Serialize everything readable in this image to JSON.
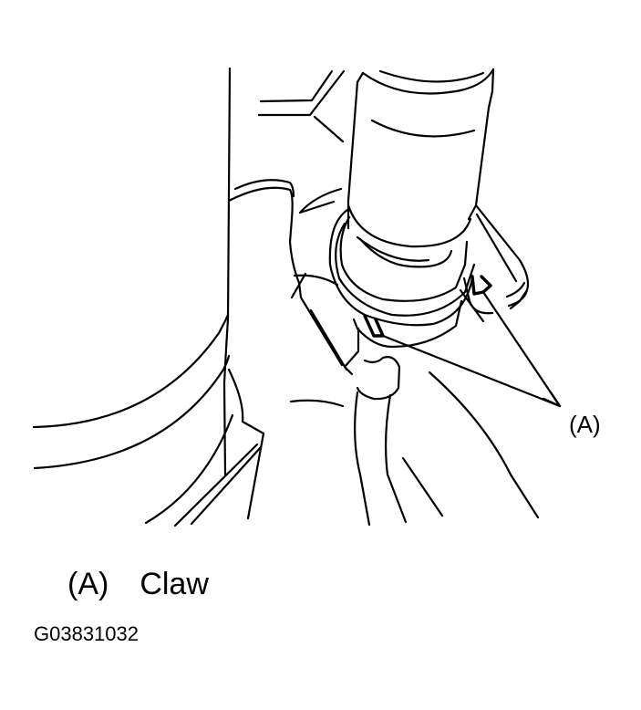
{
  "diagram": {
    "type": "technical-line-illustration",
    "callout_label": "(A)",
    "legend": [
      {
        "key": "(A)",
        "label": "Claw"
      }
    ],
    "figure_id": "G03831032",
    "colors": {
      "line": "#000000",
      "background": "#ffffff"
    }
  }
}
